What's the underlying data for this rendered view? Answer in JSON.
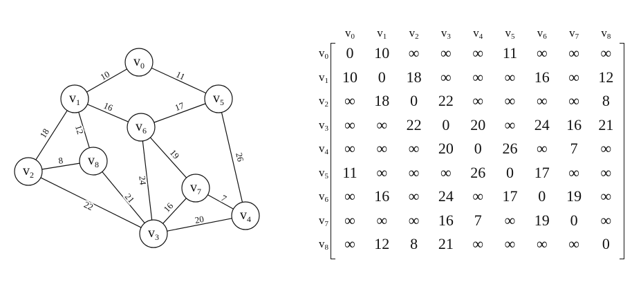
{
  "graph": {
    "vertices": [
      {
        "id": "v0",
        "base": "v",
        "sub": "0"
      },
      {
        "id": "v1",
        "base": "v",
        "sub": "1"
      },
      {
        "id": "v2",
        "base": "v",
        "sub": "2"
      },
      {
        "id": "v3",
        "base": "v",
        "sub": "3"
      },
      {
        "id": "v4",
        "base": "v",
        "sub": "4"
      },
      {
        "id": "v5",
        "base": "v",
        "sub": "5"
      },
      {
        "id": "v6",
        "base": "v",
        "sub": "6"
      },
      {
        "id": "v7",
        "base": "v",
        "sub": "7"
      },
      {
        "id": "v8",
        "base": "v",
        "sub": "8"
      }
    ],
    "edges": [
      {
        "from": "v0",
        "to": "v1",
        "weight": "10"
      },
      {
        "from": "v0",
        "to": "v5",
        "weight": "11"
      },
      {
        "from": "v1",
        "to": "v6",
        "weight": "16"
      },
      {
        "from": "v1",
        "to": "v2",
        "weight": "18"
      },
      {
        "from": "v1",
        "to": "v8",
        "weight": "12"
      },
      {
        "from": "v2",
        "to": "v8",
        "weight": "8"
      },
      {
        "from": "v2",
        "to": "v3",
        "weight": "22"
      },
      {
        "from": "v8",
        "to": "v3",
        "weight": "21"
      },
      {
        "from": "v6",
        "to": "v5",
        "weight": "17"
      },
      {
        "from": "v6",
        "to": "v7",
        "weight": "19"
      },
      {
        "from": "v6",
        "to": "v3",
        "weight": "24"
      },
      {
        "from": "v5",
        "to": "v4",
        "weight": "26"
      },
      {
        "from": "v7",
        "to": "v3",
        "weight": "16"
      },
      {
        "from": "v7",
        "to": "v4",
        "weight": "7"
      },
      {
        "from": "v3",
        "to": "v4",
        "weight": "20"
      }
    ]
  },
  "matrix": {
    "column_headers": [
      "v0",
      "v1",
      "v2",
      "v3",
      "v4",
      "v5",
      "v6",
      "v7",
      "v8"
    ],
    "row_headers": [
      "v0",
      "v1",
      "v2",
      "v3",
      "v4",
      "v5",
      "v6",
      "v7",
      "v8"
    ],
    "rows": [
      [
        "0",
        "10",
        "∞",
        "∞",
        "∞",
        "11",
        "∞",
        "∞",
        "∞"
      ],
      [
        "10",
        "0",
        "18",
        "∞",
        "∞",
        "∞",
        "16",
        "∞",
        "12"
      ],
      [
        "∞",
        "18",
        "0",
        "22",
        "∞",
        "∞",
        "∞",
        "∞",
        "8"
      ],
      [
        "∞",
        "∞",
        "22",
        "0",
        "20",
        "∞",
        "24",
        "16",
        "21"
      ],
      [
        "∞",
        "∞",
        "∞",
        "20",
        "0",
        "26",
        "∞",
        "7",
        "∞"
      ],
      [
        "11",
        "∞",
        "∞",
        "∞",
        "26",
        "0",
        "17",
        "∞",
        "∞"
      ],
      [
        "∞",
        "16",
        "∞",
        "24",
        "∞",
        "17",
        "0",
        "19",
        "∞"
      ],
      [
        "∞",
        "∞",
        "∞",
        "16",
        "7",
        "∞",
        "19",
        "0",
        "∞"
      ],
      [
        "∞",
        "12",
        "8",
        "21",
        "∞",
        "∞",
        "∞",
        "∞",
        "0"
      ]
    ]
  }
}
